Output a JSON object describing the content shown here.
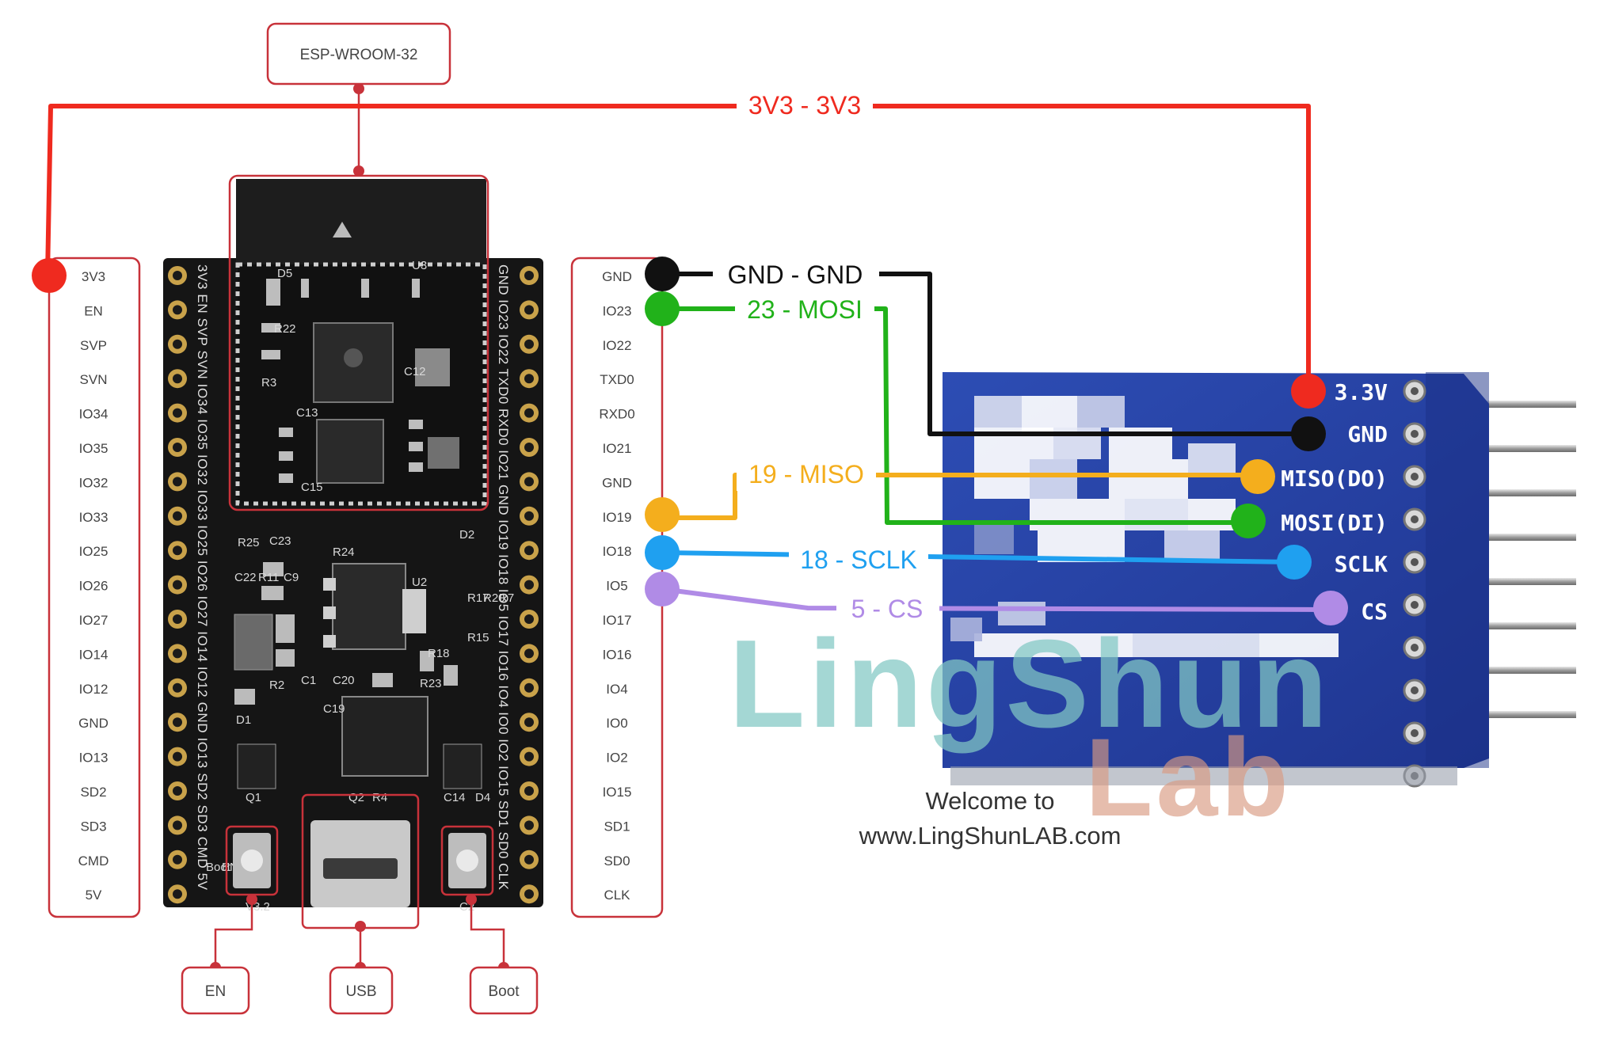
{
  "module_label": "ESP-WROOM-32",
  "left_pins": [
    "3V3",
    "EN",
    "SVP",
    "SVN",
    "IO34",
    "IO35",
    "IO32",
    "IO33",
    "IO25",
    "IO26",
    "IO27",
    "IO14",
    "IO12",
    "GND",
    "IO13",
    "SD2",
    "SD3",
    "CMD",
    "5V"
  ],
  "right_pins": [
    "GND",
    "IO23",
    "IO22",
    "TXD0",
    "RXD0",
    "IO21",
    "GND",
    "IO19",
    "IO18",
    "IO5",
    "IO17",
    "IO16",
    "IO4",
    "IO0",
    "IO2",
    "IO15",
    "SD1",
    "SD0",
    "CLK"
  ],
  "board_silk_left": "3V3 EN SVP SVN IO34 IO35 IO32 IO33 IO25 IO26 IO27 IO14 IO12 GND IO13 SD2 SD3 CMD 5V",
  "board_silk_right": "GND IO23 IO22 TXD0 RXD0 IO21 GND IO19 IO18 IO5 IO17 IO16 IO4 IO0 IO2 IO15 SD1 SD0 CLK",
  "board_silk_marks": [
    "U2",
    "R24",
    "C23",
    "R25",
    "C22",
    "R11",
    "C9",
    "D2",
    "R7",
    "R20",
    "R17",
    "R15",
    "R18",
    "R23",
    "C1",
    "C20",
    "C19",
    "R2",
    "D1",
    "Q1",
    "Q2",
    "R4",
    "C14",
    "D4",
    "D5",
    "R22",
    "R3",
    "C13",
    "C12",
    "C15",
    "U3",
    "C2",
    "V3.2",
    "Boot",
    "EN"
  ],
  "bottom_labels": {
    "en": "EN",
    "usb": "USB",
    "boot": "Boot"
  },
  "connections": [
    {
      "label": "3V3 - 3V3",
      "color": "#ef2a1f"
    },
    {
      "label": "GND - GND",
      "color": "#111111"
    },
    {
      "label": "23 - MOSI",
      "color": "#21b21a"
    },
    {
      "label": "19 - MISO",
      "color": "#f4ae1d"
    },
    {
      "label": "18 - SCLK",
      "color": "#1fa0f0"
    },
    {
      "label": "5 - CS",
      "color": "#b08be6"
    }
  ],
  "sd_module_pins": [
    "3.3V",
    "GND",
    "MISO(DO)",
    "MOSI(DI)",
    "SCLK",
    "CS"
  ],
  "watermark": {
    "line1": "LingShun",
    "line2": "Lab"
  },
  "footer": {
    "line1": "Welcome to",
    "line2": "www.LingShunLAB.com"
  },
  "colors": {
    "frame": "#c8323a",
    "board": "#161616",
    "sd_board": "#2b45a8"
  }
}
